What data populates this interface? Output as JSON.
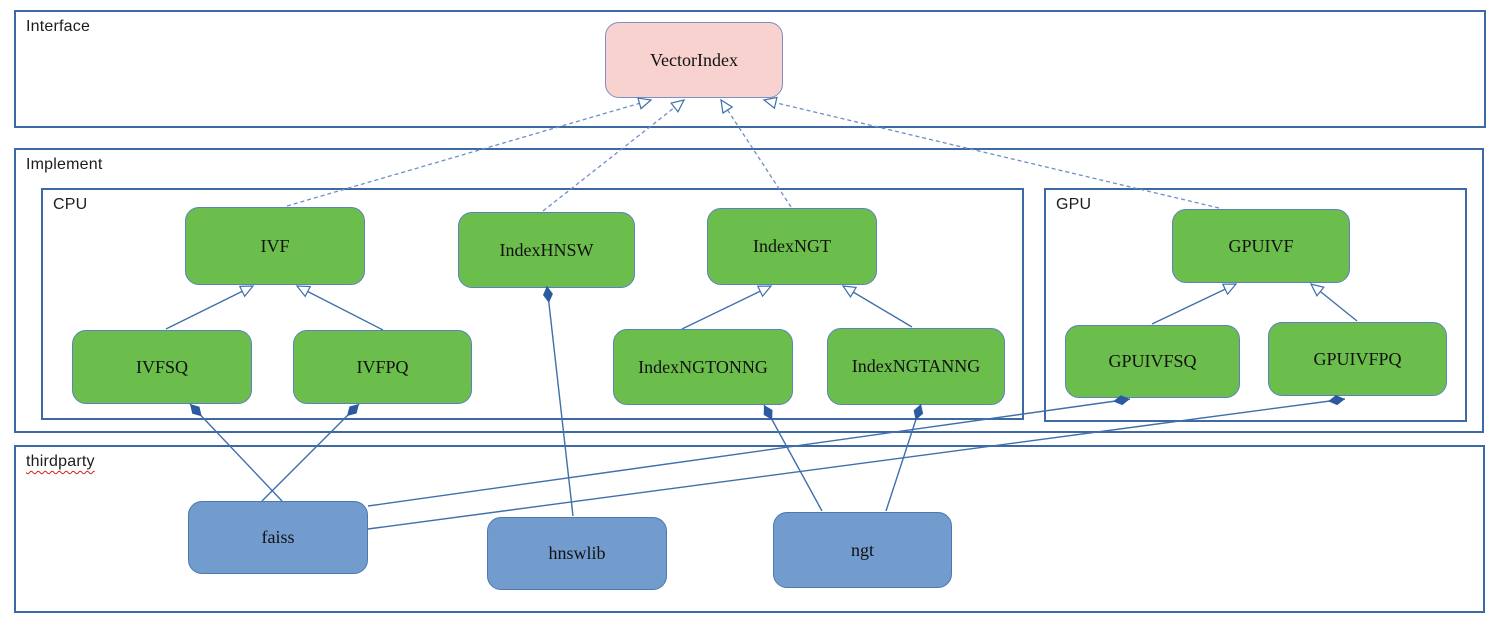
{
  "colors": {
    "container_border": "#3d6aa5",
    "class_fill": "#6cbe4c",
    "class_border": "#5c81bd",
    "library_fill": "#729bce",
    "library_border": "#4d79ad",
    "iface_fill": "#f8d2cf",
    "iface_border": "#7d8fc3",
    "edge": "#3f6fad",
    "edge_dashed": "#6d8fc9",
    "diamond": "#2c5aa0",
    "spellcheck": "#cc1f1f"
  },
  "diagram": {
    "containers": {
      "interface": {
        "label": "Interface"
      },
      "implement": {
        "label": "Implement"
      },
      "cpu": {
        "label": "CPU"
      },
      "gpu": {
        "label": "GPU"
      },
      "thirdparty": {
        "label": "thirdparty"
      }
    },
    "nodes": {
      "vectorindex": {
        "label": "VectorIndex",
        "kind": "interface"
      },
      "ivf": {
        "label": "IVF",
        "kind": "class"
      },
      "indexhnsw": {
        "label": "IndexHNSW",
        "kind": "class"
      },
      "indexngt": {
        "label": "IndexNGT",
        "kind": "class"
      },
      "gpuivf": {
        "label": "GPUIVF",
        "kind": "class"
      },
      "ivfsq": {
        "label": "IVFSQ",
        "kind": "class"
      },
      "ivfpq": {
        "label": "IVFPQ",
        "kind": "class"
      },
      "indexngtonng": {
        "label": "IndexNGTONNG",
        "kind": "class"
      },
      "indexngtanng": {
        "label": "IndexNGTANNG",
        "kind": "class"
      },
      "gpuivfsq": {
        "label": "GPUIVFSQ",
        "kind": "class"
      },
      "gpuivfpq": {
        "label": "GPUIVFPQ",
        "kind": "class"
      },
      "faiss": {
        "label": "faiss",
        "kind": "library"
      },
      "hnswlib": {
        "label": "hnswlib",
        "kind": "library"
      },
      "ngt": {
        "label": "ngt",
        "kind": "library"
      }
    },
    "edges": [
      {
        "from": "IVF",
        "to": "VectorIndex",
        "relation": "realization-dashed"
      },
      {
        "from": "IndexHNSW",
        "to": "VectorIndex",
        "relation": "realization-dashed"
      },
      {
        "from": "IndexNGT",
        "to": "VectorIndex",
        "relation": "realization-dashed"
      },
      {
        "from": "GPUIVF",
        "to": "VectorIndex",
        "relation": "realization-dashed"
      },
      {
        "from": "IVFSQ",
        "to": "IVF",
        "relation": "inheritance"
      },
      {
        "from": "IVFPQ",
        "to": "IVF",
        "relation": "inheritance"
      },
      {
        "from": "IndexNGTONNG",
        "to": "IndexNGT",
        "relation": "inheritance"
      },
      {
        "from": "IndexNGTANNG",
        "to": "IndexNGT",
        "relation": "inheritance"
      },
      {
        "from": "GPUIVFSQ",
        "to": "GPUIVF",
        "relation": "inheritance"
      },
      {
        "from": "GPUIVFPQ",
        "to": "GPUIVF",
        "relation": "inheritance"
      },
      {
        "from": "faiss",
        "to": "IVFSQ",
        "relation": "composition"
      },
      {
        "from": "faiss",
        "to": "IVFPQ",
        "relation": "composition"
      },
      {
        "from": "faiss",
        "to": "GPUIVFSQ",
        "relation": "composition"
      },
      {
        "from": "faiss",
        "to": "GPUIVFPQ",
        "relation": "composition"
      },
      {
        "from": "hnswlib",
        "to": "IndexHNSW",
        "relation": "composition"
      },
      {
        "from": "ngt",
        "to": "IndexNGTONNG",
        "relation": "composition"
      },
      {
        "from": "ngt",
        "to": "IndexNGTANNG",
        "relation": "composition"
      }
    ]
  }
}
